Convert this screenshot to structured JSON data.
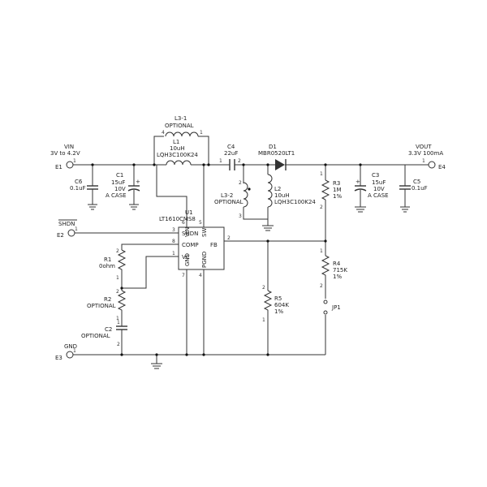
{
  "vin": {
    "name": "VIN",
    "spec": "3V to 4.2V",
    "terminal": "E1",
    "pin": "1"
  },
  "shdn_in": {
    "name": "SHDN",
    "terminal": "E2",
    "pin": "1"
  },
  "gnd": {
    "name": "GND",
    "terminal": "E3",
    "pin": "1"
  },
  "vout": {
    "name": "VOUT",
    "spec": "3.3V 100mA",
    "terminal": "E4",
    "pin": "1"
  },
  "c6": {
    "ref": "C6",
    "value": "0.1uF"
  },
  "c1": {
    "ref": "C1",
    "value": "15uF",
    "volt": "10V",
    "case": "A CASE",
    "polarity": "+"
  },
  "l3_1": {
    "ref": "L3-1",
    "note": "OPTIONAL",
    "pin_a": "4",
    "pin_b": "1"
  },
  "l1": {
    "ref": "L1",
    "value": "10uH",
    "part": "LQH3C100K24"
  },
  "c4": {
    "ref": "C4",
    "value": "22uF",
    "pin_a": "1",
    "pin_b": "2"
  },
  "d1": {
    "ref": "D1",
    "part": "MBR0520LT1"
  },
  "l3_2": {
    "ref": "L3-2",
    "note": "OPTIONAL",
    "pin_a": "2",
    "pin_b": "3"
  },
  "l2": {
    "ref": "L2",
    "value": "10uH",
    "part": "LQH3C100K24"
  },
  "r3": {
    "ref": "R3",
    "value": "1M",
    "tol": "1%",
    "pin_a": "1",
    "pin_b": "2"
  },
  "c3": {
    "ref": "C3",
    "value": "15uF",
    "volt": "10V",
    "case": "A CASE",
    "polarity": "+"
  },
  "c5": {
    "ref": "C5",
    "value": "0.1uF"
  },
  "u1": {
    "ref": "U1",
    "part": "LT1610CMS8",
    "pins": {
      "shdn": "SHDN",
      "comp": "COMP",
      "vc": "VC",
      "fb": "FB",
      "vin": "VIN",
      "sw": "SW",
      "gnd": "GND",
      "pgnd": "PGND"
    },
    "nums": {
      "shdn": "3",
      "comp": "8",
      "vc": "1",
      "fb": "2",
      "vin": "6",
      "sw": "5",
      "gnd": "7",
      "pgnd": "4"
    }
  },
  "r1": {
    "ref": "R1",
    "value": "0ohm",
    "pin_a": "2",
    "pin_b": "1"
  },
  "r2": {
    "ref": "R2",
    "note": "OPTIONAL",
    "pin_a": "2",
    "pin_b": "1"
  },
  "c2": {
    "ref": "C2",
    "note": "OPTIONAL",
    "pin_a": "1",
    "pin_b": "2"
  },
  "r4": {
    "ref": "R4",
    "value": "715K",
    "tol": "1%",
    "pin_a": "1",
    "pin_b": "2"
  },
  "r5": {
    "ref": "R5",
    "value": "604K",
    "tol": "1%",
    "pin_a": "2",
    "pin_b": "1"
  },
  "jp1": {
    "ref": "JP1"
  }
}
